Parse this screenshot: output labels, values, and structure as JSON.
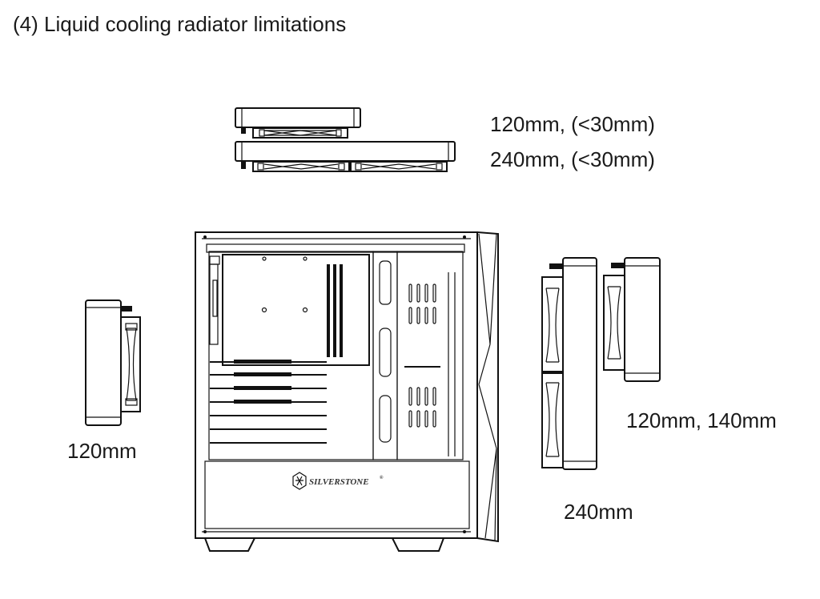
{
  "page": {
    "title": "(4) Liquid cooling radiator limitations"
  },
  "labels": {
    "top_120": "120mm, (<30mm)",
    "top_240": "240mm, (<30mm)",
    "rear": "120mm",
    "front_small": "120mm, 140mm",
    "front_240": "240mm"
  },
  "case": {
    "brand": "SilverStone",
    "brand_caps": "SILVERSTONE",
    "registered": "®"
  },
  "colors": {
    "ink": "#111111",
    "background": "#ffffff"
  }
}
